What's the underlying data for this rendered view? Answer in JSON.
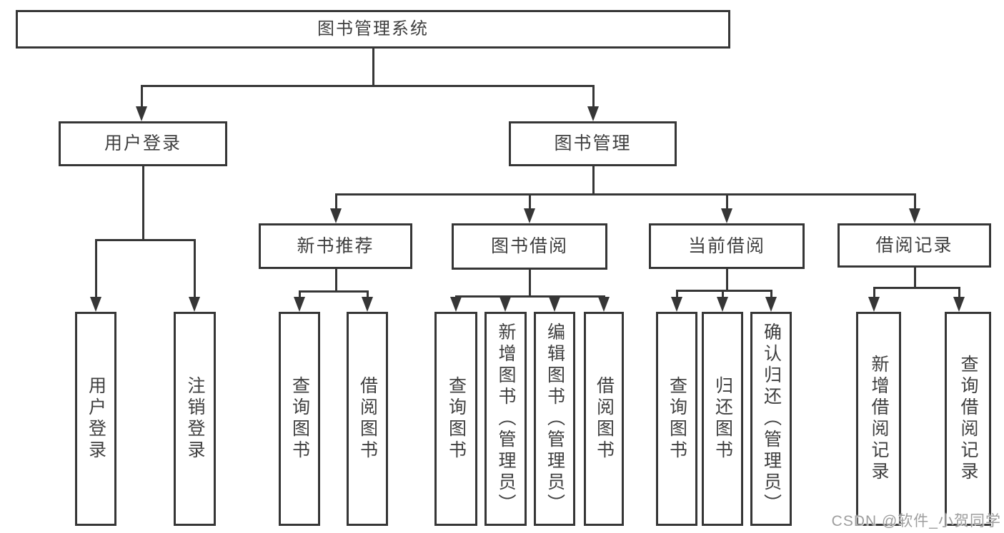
{
  "tree": {
    "root": {
      "label": "图书管理系统"
    },
    "branches": [
      {
        "label": "用户登录",
        "children": [
          {
            "label": "用户登录"
          },
          {
            "label": "注销登录"
          }
        ]
      },
      {
        "label": "图书管理",
        "children": [
          {
            "label": "新书推荐",
            "children": [
              {
                "label": "查询图书"
              },
              {
                "label": "借阅图书"
              }
            ]
          },
          {
            "label": "图书借阅",
            "children": [
              {
                "label": "查询图书"
              },
              {
                "label": "新增图书（管理员）"
              },
              {
                "label": "编辑图书（管理员）"
              },
              {
                "label": "借阅图书"
              }
            ]
          },
          {
            "label": "当前借阅",
            "children": [
              {
                "label": "查询图书"
              },
              {
                "label": "归还图书"
              },
              {
                "label": "确认归还（管理员）"
              }
            ]
          },
          {
            "label": "借阅记录",
            "children": [
              {
                "label": "新增借阅记录"
              },
              {
                "label": "查询借阅记录"
              }
            ]
          }
        ]
      }
    ]
  },
  "watermark": {
    "text": "CSDN @软件_小贺同学"
  },
  "colors": {
    "line": "#363636",
    "text": "#3f3f3f",
    "watermark": "#9e9e9e",
    "background": "#ffffff"
  }
}
